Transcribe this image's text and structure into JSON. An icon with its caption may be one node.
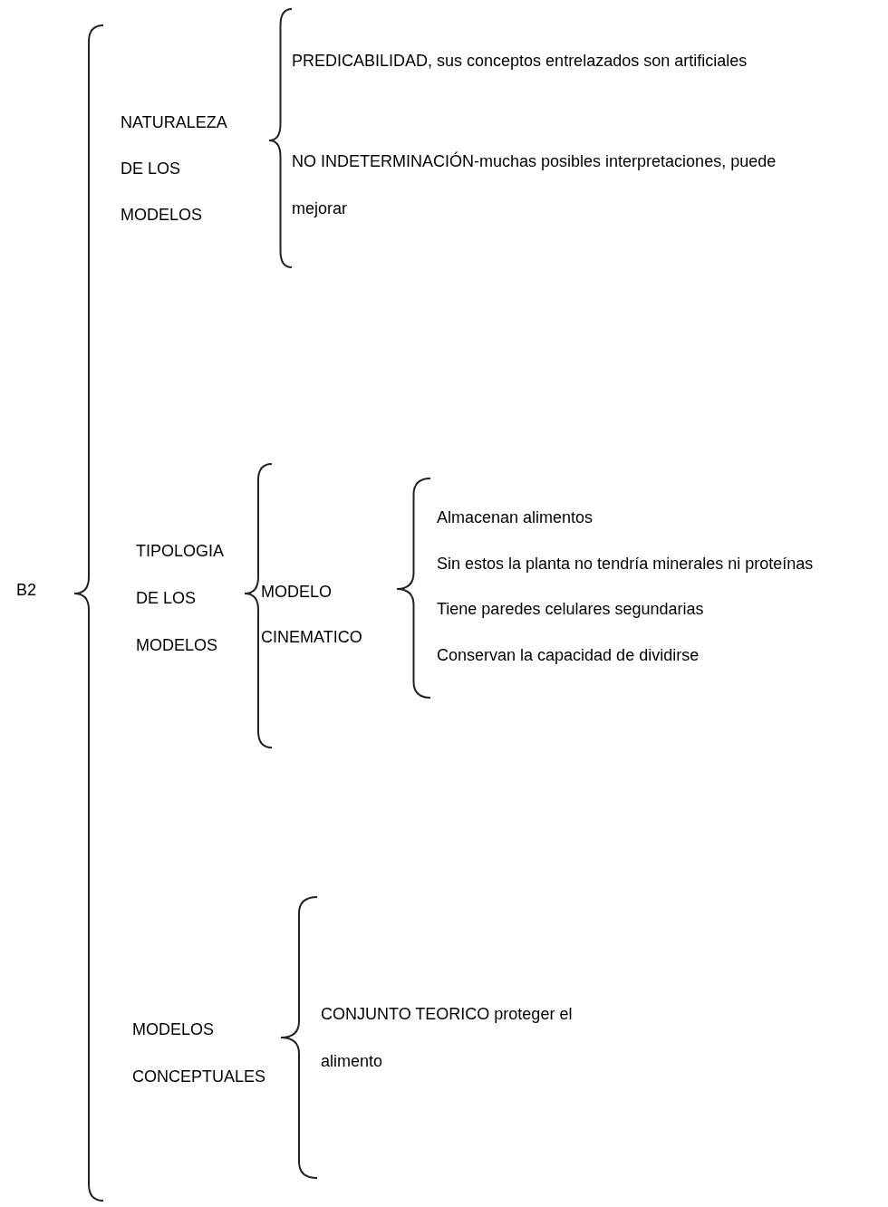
{
  "diagram": {
    "labels": [
      "B2",
      "NATURALEZA DE LOS MODELOS",
      "PREDICABILIDAD, sus conceptos entrelazados son artificiales",
      "NO INDETERMINACIÓN-muchas posibles interpretaciones, puede mejorar",
      "TIPOLOGIA DE LOS MODELOS",
      "MODELO CINEMATICO",
      "Almacenan alimentos",
      "Sin estos la planta no tendría minerales ni proteínas",
      "Tiene paredes celulares segundarias",
      "Conservan la capacidad de dividirse",
      "MODELOS CONCEPTUALES",
      "CONJUNTO TEORICO proteger el alimento"
    ]
  }
}
